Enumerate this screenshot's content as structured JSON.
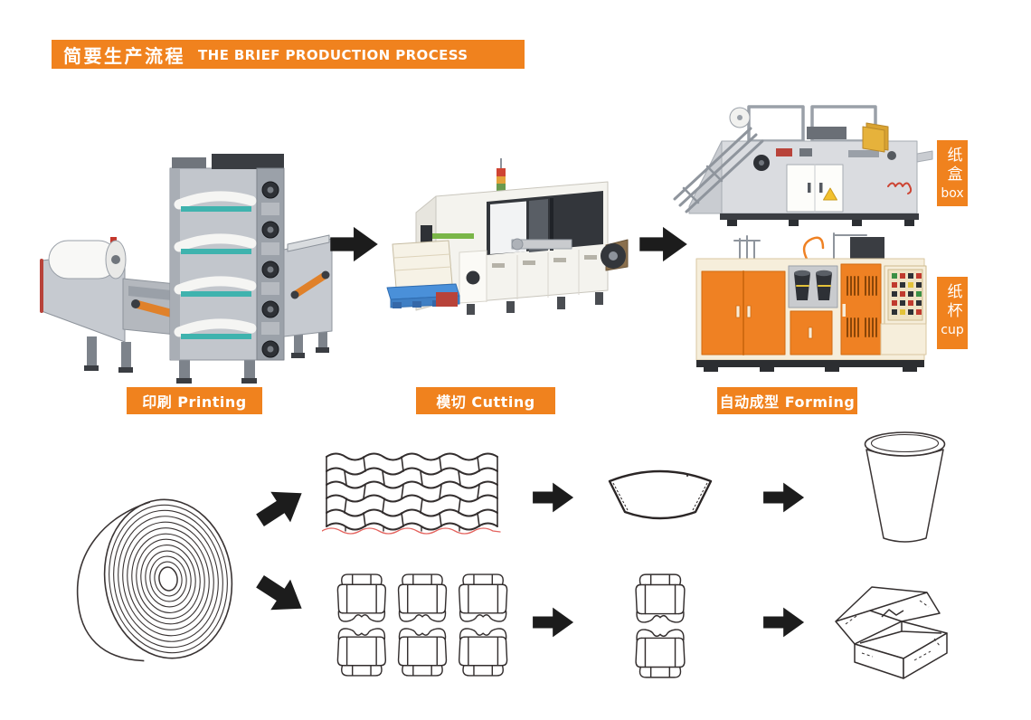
{
  "header": {
    "title_zh": "简要生产流程",
    "title_en": "THE BRIEF PRODUCTION PROCESS"
  },
  "stages": [
    {
      "id": "printing",
      "label": "印刷 Printing"
    },
    {
      "id": "cutting",
      "label": "模切 Cutting"
    },
    {
      "id": "forming",
      "label": "自动成型 Forming"
    }
  ],
  "outputs": [
    {
      "id": "box",
      "zh": "纸盒",
      "en": "box"
    },
    {
      "id": "cup",
      "zh": "纸杯",
      "en": "cup"
    }
  ],
  "icons": [
    "flexo-printing-machine",
    "die-cutting-machine",
    "carton-forming-machine",
    "paper-cup-forming-machine",
    "paper-roll",
    "cup-blank-sheet",
    "cup-blank",
    "paper-cup",
    "box-blank-sheet",
    "box-blank",
    "folded-box",
    "arrow-right-icon",
    "arrow-up-right-icon",
    "arrow-down-right-icon"
  ],
  "colors": {
    "accent_orange": "#F0821E",
    "label_text": "#FFFFFF",
    "arrow_black": "#1C1C1C",
    "line_art": "#332E2E",
    "cut_line_red": "#E4645F",
    "machine_orange": "#EF8123",
    "pallet_blue": "#4A90D9",
    "printer_roller_teal": "#3FB3AE"
  }
}
